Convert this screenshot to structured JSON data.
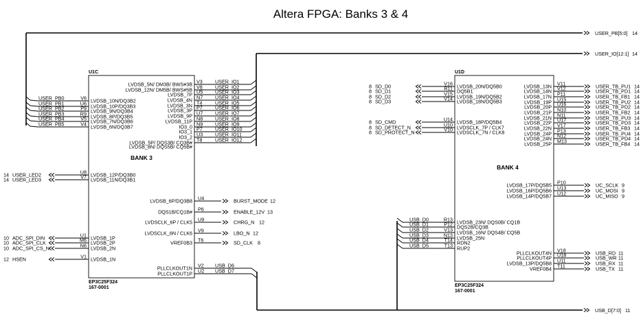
{
  "title": "Altera FPGA: Banks 3 & 4",
  "buses_top": [
    {
      "name": "USER_PB[5:0]",
      "page": "14"
    },
    {
      "name": "USER_IO[12:1]",
      "page": "14"
    }
  ],
  "bus_bottom": {
    "name": "USB_D[7:0]",
    "page": "11"
  },
  "u1c": {
    "ref": "U1C",
    "bank": "BANK 3",
    "part": "EP3C25F324",
    "partno": "167-0001",
    "left": [
      {
        "net": "USER_PB0",
        "pin": "V6",
        "sig": "LVDSB_10N/DQ3B2"
      },
      {
        "net": "USER_PB1",
        "pin": "U6",
        "sig": "LVDSB_10P/DQ3B3"
      },
      {
        "net": "USER_PB2",
        "pin": "P9",
        "sig": "LVDSB_9N/DQ3B4"
      },
      {
        "net": "USER_PB3",
        "pin": "R9",
        "sig": "LVDSB_8P/DQ3B5"
      },
      {
        "net": "USER_PB4",
        "pin": "V5",
        "sig": "LVDSB_7N/DQ3B6"
      },
      {
        "net": "USER_PB5",
        "pin": "V4",
        "sig": "LVDSB_6N/DQ3B7"
      },
      {
        "pg": "14",
        "net": "USER_LED2",
        "pin": "U8",
        "sig": "LVDSB_12P/DQ3B0"
      },
      {
        "pg": "14",
        "net": "USER_LED3",
        "pin": "V7",
        "sig": "LVDSB_11N/DQ3B1"
      },
      {
        "pg": "10",
        "net": "ADC_SPI_DIN",
        "pin": "U1",
        "sig": "LVDSB_1P"
      },
      {
        "pg": "10",
        "net": "ADC_SPI_CLK",
        "pin": "M6",
        "sig": "LVDSB_2P"
      },
      {
        "pg": "10",
        "net": "ADC_SPI_CS_N",
        "pin": "N6",
        "sig": "LVDSB_2N"
      },
      {
        "pg": "12",
        "net": "HSEN",
        "pin": "V1",
        "sig": "LVDSB_1N"
      }
    ],
    "right_top": [
      {
        "sig": "LVDSB_5N/ DM3B/ BWS#3B",
        "pin": "V3",
        "net": "USER_IO1"
      },
      {
        "sig": "LVDSB_12N/ DM5B/ BWS#5B",
        "pin": "V8",
        "net": "USER_IO2"
      },
      {
        "sig": "LVDSB_7P",
        "pin": "U5",
        "net": "USER_IO3"
      },
      {
        "sig": "LVDSB_4N",
        "pin": "N7",
        "net": "USER_IO4"
      },
      {
        "sig": "LVDSB_3N",
        "pin": "T4",
        "net": "USER_IO5"
      },
      {
        "sig": "LVDSB_3P",
        "pin": "P7",
        "net": "USER_IO6"
      },
      {
        "sig": "LVDSB_9P",
        "pin": "U7",
        "net": "USER_IO7"
      },
      {
        "sig": "LVDSB_11P",
        "pin": "N8",
        "net": "USER_IO8"
      },
      {
        "sig": "IO3_0",
        "pin": "N9",
        "net": "USER_IO9"
      },
      {
        "sig": "IO3_1",
        "pin": "P7",
        "net": "USER_IO10"
      },
      {
        "sig": "IO3_2",
        "pin": "U3",
        "net": "USER_IO11"
      },
      {
        "sig": "LVDSB_5P/ DQS3B/ CQ3B#",
        "pin": "T8",
        "net": "USER_IO12"
      },
      {
        "sig": "LVDSB_8N/ DQS5B/ CQ5B#",
        "pin": "",
        "net": ""
      }
    ],
    "right_mid": [
      {
        "sig": "LVDSB_6P/DQ3B8",
        "pin": "U4",
        "net": "BURST_MODE",
        "pg": "12"
      },
      {
        "sig": "DQS1B/CQ1B#",
        "pin": "P6",
        "net": "ENABLE_12V",
        "pg": "13"
      },
      {
        "sig": "LVDSCLK_6P / CLK5",
        "pin": "U9",
        "net": "CHRG_N",
        "pg": "12"
      },
      {
        "sig": "LVDSCLK_6N / CLK6",
        "pin": "V9",
        "net": "LBO_N",
        "pg": "12"
      },
      {
        "sig": "VREF0B3",
        "pin": "T6",
        "net": "SD_CLK",
        "pg": "8"
      }
    ],
    "right_bot": [
      {
        "sig": "PLLCLKOUT1N",
        "pin": "V2",
        "net": "USB_D6"
      },
      {
        "sig": "PLLCLKOUT1P",
        "pin": "U2",
        "net": "USB_D7"
      }
    ]
  },
  "u1d": {
    "ref": "U1D",
    "bank": "BANK 4",
    "part": "EP3C25F324",
    "partno": "167-0001",
    "left_top": [
      {
        "pg": "8",
        "net": "SD_D0",
        "pin": "V16",
        "sig": "LVDSB_20N/DQ5B0"
      },
      {
        "pg": "8",
        "net": "SD_D1",
        "pin": "R11",
        "sig": "DQ5B1"
      },
      {
        "pg": "8",
        "net": "SD_D2",
        "pin": "V15",
        "sig": "LVDSB_19N/DQ5B2"
      },
      {
        "pg": "8",
        "net": "SD_D3",
        "pin": "V14",
        "sig": "LVDSB_18N/DQ5B3"
      }
    ],
    "left_mid": [
      {
        "pg": "8",
        "net": "SD_CMD",
        "pin": "U14",
        "sig": "LVDSB_18P/DQ5B4"
      },
      {
        "pg": "8",
        "net": "SD_DETECT_N",
        "pin": "U10",
        "sig": "LVDSCLK_7P / CLK7"
      },
      {
        "pg": "8",
        "net": "SD_PROTECT_N",
        "pin": "V10",
        "sig": "LVDSCLK_7N / CLK8"
      }
    ],
    "left_bot": [
      {
        "net": "USB_D0",
        "pin": "R13",
        "sig": "LVDSB_23N/ DQS0B/ CQ1B"
      },
      {
        "net": "USB_D1",
        "pin": "P12",
        "sig": "DQS2B/CQ3B"
      },
      {
        "net": "USB_D2",
        "pin": "V13",
        "sig": "LVDSB_16N/ DQS4B/ CQ5B"
      },
      {
        "net": "USB_D3",
        "pin": "N13",
        "sig": "LVDSB_25N"
      },
      {
        "net": "USB_D4",
        "pin": "T14",
        "sig": "RDN2"
      },
      {
        "net": "USB_D5",
        "pin": "T13",
        "sig": "RUP2"
      }
    ],
    "right_top": [
      {
        "sig": "LVDSB_13N",
        "pin": "V11",
        "net": "USER_TB_PU1",
        "pg": "14"
      },
      {
        "sig": "LVDSB_14N",
        "pin": "V12",
        "net": "USER_TB_PD1",
        "pg": "14"
      },
      {
        "sig": "LVDSB_17N",
        "pin": "P11",
        "net": "USER_TB_FB1",
        "pg": "14"
      },
      {
        "sig": "LVDSB_19P",
        "pin": "U15",
        "net": "USER_TB_PU2",
        "pg": "14"
      },
      {
        "sig": "LVDSB_20P",
        "pin": "U16",
        "net": "USER_TB_PD2",
        "pg": "14"
      },
      {
        "sig": "LVDSB_21P",
        "pin": "N10",
        "net": "USER_TB_FB2",
        "pg": "14"
      },
      {
        "sig": "LVDSB_21N",
        "pin": "N11",
        "net": "USER_TB_PU3",
        "pg": "14"
      },
      {
        "sig": "LVDSB_22P",
        "pin": "U17",
        "net": "USER_TB_PD3",
        "pg": "14"
      },
      {
        "sig": "LVDSB_22N",
        "pin": "V17",
        "net": "USER_TB_FB3",
        "pg": "14"
      },
      {
        "sig": "LVDSB_24P",
        "pin": "P13",
        "net": "USER_TB_PU4",
        "pg": "14"
      },
      {
        "sig": "LVDSB_24N",
        "pin": "N12",
        "net": "USER_TB_PD4",
        "pg": "14"
      },
      {
        "sig": "LVDSB_25P",
        "pin": "M13",
        "net": "USER_TB_FB4",
        "pg": "14"
      }
    ],
    "right_mid": [
      {
        "sig": "LVDSB_17P/DQ5B5",
        "pin": "P10",
        "net": "UC_SCLK",
        "pg": "9"
      },
      {
        "sig": "LVDSB_16P/DQ5B6",
        "pin": "U13",
        "net": "UC_MOSI",
        "pg": "9"
      },
      {
        "sig": "LVDSB_14P/DQ5B7",
        "pin": "U12",
        "net": "UC_MISO",
        "pg": "9"
      }
    ],
    "right_bot": [
      {
        "sig": "PLLCLKOUT4N",
        "pin": "V18",
        "net": "USB_RD",
        "pg": "11"
      },
      {
        "sig": "PLLCLKOUT4P",
        "pin": "U18",
        "net": "USB_WR",
        "pg": "11"
      },
      {
        "sig": "LVDSB_13P/DQ5B8",
        "pin": "U11",
        "net": "USB_RX",
        "pg": "11"
      },
      {
        "sig": "VREF0B4",
        "pin": "T11",
        "net": "USB_TX",
        "pg": "11"
      }
    ]
  }
}
